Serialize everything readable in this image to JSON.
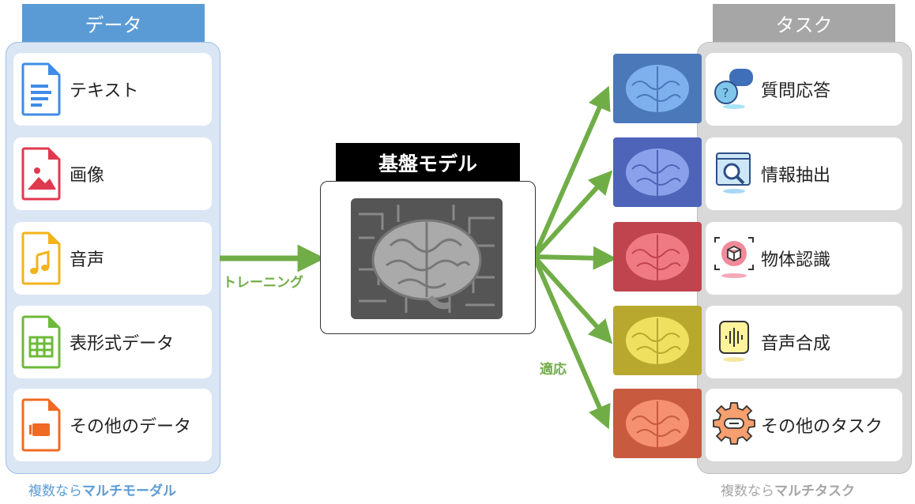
{
  "data_section": {
    "header": "データ",
    "items": [
      {
        "label": "テキスト",
        "icon": "text-document-icon",
        "color": "#3f8ce6"
      },
      {
        "label": "画像",
        "icon": "image-document-icon",
        "color": "#e0394f"
      },
      {
        "label": "音声",
        "icon": "audio-document-icon",
        "color": "#f2b31b"
      },
      {
        "label": "表形式データ",
        "icon": "spreadsheet-document-icon",
        "color": "#6dba3a"
      },
      {
        "label": "その他のデータ",
        "icon": "video-document-icon",
        "color": "#ef6b24"
      }
    ],
    "footer_prefix": "複数なら",
    "footer_emphasis": "マルチモーダル",
    "header_color": "#5b9bd5",
    "panel_color": "#dbe6f4"
  },
  "training_label": "トレーニング",
  "adaptation_label": "適応",
  "model": {
    "title": "基盤モデル",
    "icon": "brain-chip-icon"
  },
  "task_section": {
    "header": "タスク",
    "items": [
      {
        "label": "質問応答",
        "icon": "question-answer-icon",
        "tile_color": "#5b8fd6"
      },
      {
        "label": "情報抽出",
        "icon": "search-window-icon",
        "tile_color": "#6b82d8"
      },
      {
        "label": "物体認識",
        "icon": "object-recognition-icon",
        "tile_color": "#e0606a"
      },
      {
        "label": "音声合成",
        "icon": "voice-waveform-icon",
        "tile_color": "#dccd4a"
      },
      {
        "label": "その他のタスク",
        "icon": "gear-icon",
        "tile_color": "#ea7a5a"
      }
    ],
    "footer_prefix": "複数なら",
    "footer_emphasis": "マルチタスク",
    "header_color": "#a6a6a6",
    "panel_color": "#d9d9d9"
  },
  "arrow_color": "#70ad47"
}
